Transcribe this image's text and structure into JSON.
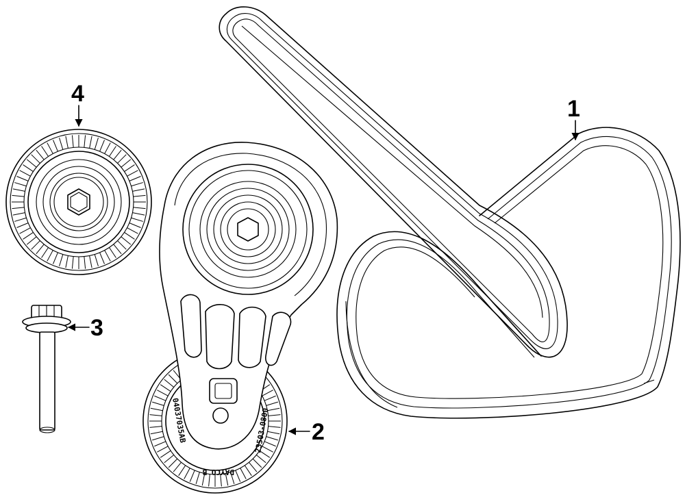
{
  "callouts": {
    "belt": "1",
    "tensioner": "2",
    "bolt": "3",
    "idler_pulley": "4"
  },
  "stamps": {
    "left": "04037035AB",
    "right": "23503-0800",
    "bottom": "DAYCO B"
  }
}
